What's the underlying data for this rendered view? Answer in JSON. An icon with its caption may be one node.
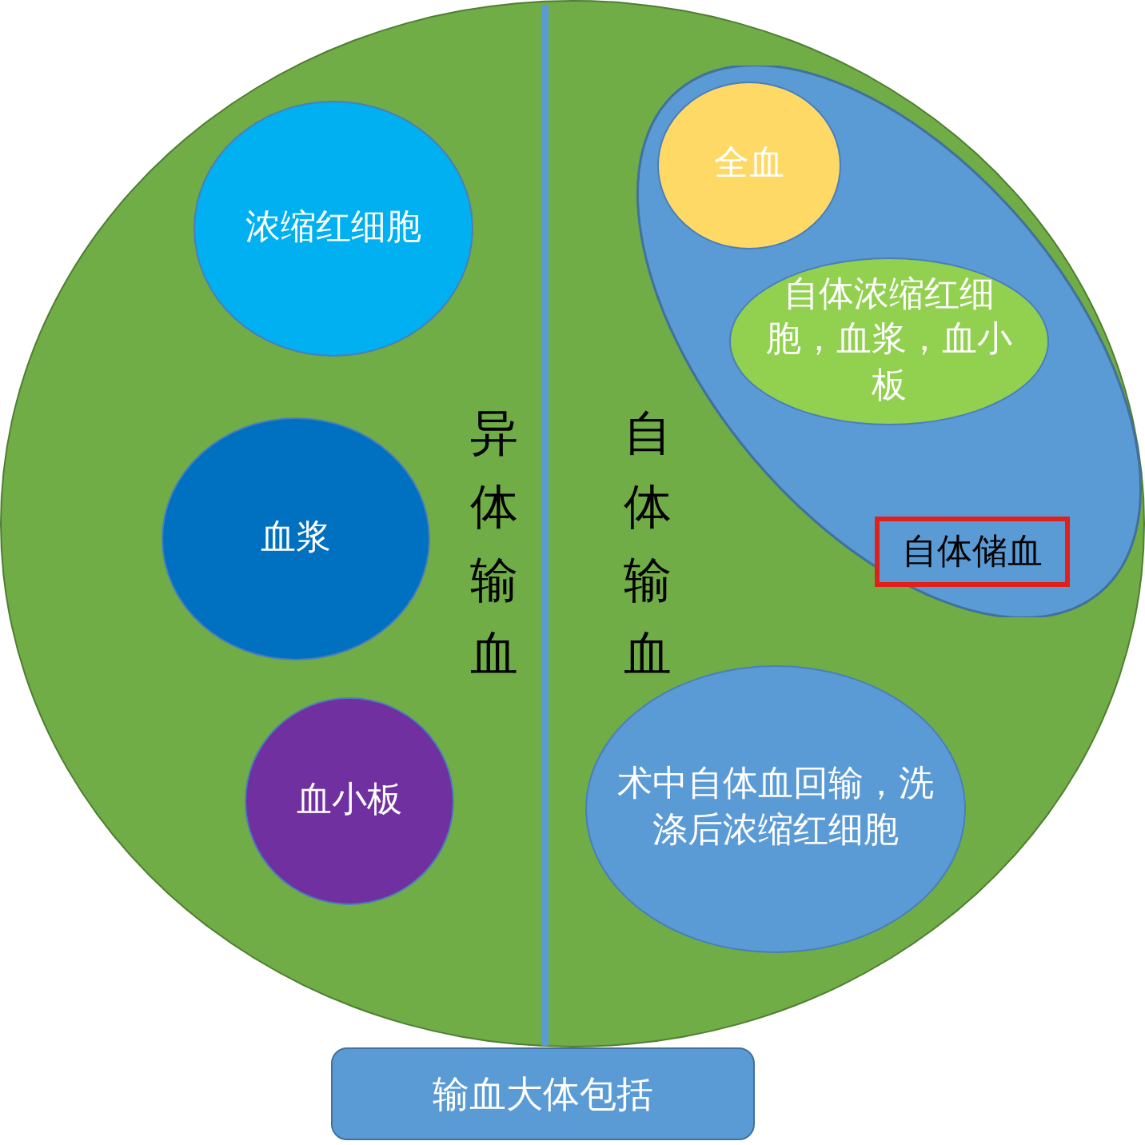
{
  "diagram": {
    "nodes": [
      {
        "text": [
          "异体输血",
          "自体输血"
        ]
      },
      {
        "text": [
          "浓缩红细胞"
        ],
        "in": 0
      },
      {
        "text": [
          "血浆"
        ],
        "in": 0
      },
      {
        "text": [
          "血小板"
        ],
        "in": 0
      },
      {
        "text": [
          "自体储血"
        ],
        "in": 0
      },
      {
        "text": [
          "全血"
        ],
        "in": 4
      },
      {
        "text": [
          "自体浓缩红细胞，血浆，血小板"
        ],
        "in": 4
      },
      {
        "text": [
          "术中自体血回输，洗涤后浓缩红细胞"
        ],
        "in": 0
      },
      {
        "text": [
          "输血大体包括"
        ]
      }
    ],
    "edges": []
  }
}
